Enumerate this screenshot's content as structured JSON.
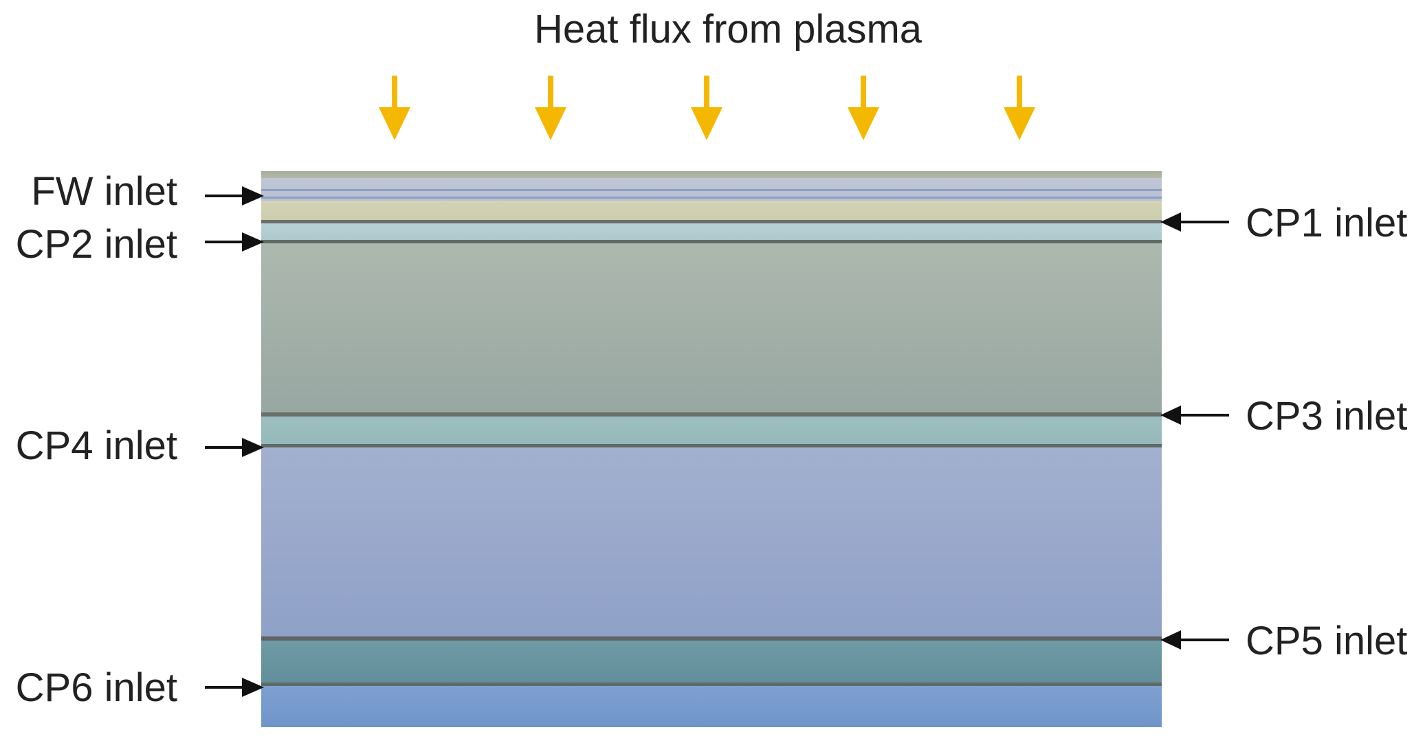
{
  "diagram": {
    "heading": "Heat flux from plasma",
    "left_labels": {
      "fw": "FW inlet",
      "cp2": "CP2 inlet",
      "cp4": "CP4 inlet",
      "cp6": "CP6 inlet"
    },
    "right_labels": {
      "cp1": "CP1 inlet",
      "cp3": "CP3 inlet",
      "cp5": "CP5 inlet"
    },
    "colors": {
      "heat_arrow": "#f5b800",
      "inlet_arrow": "#111111",
      "divider": "#6b6f6a"
    }
  }
}
